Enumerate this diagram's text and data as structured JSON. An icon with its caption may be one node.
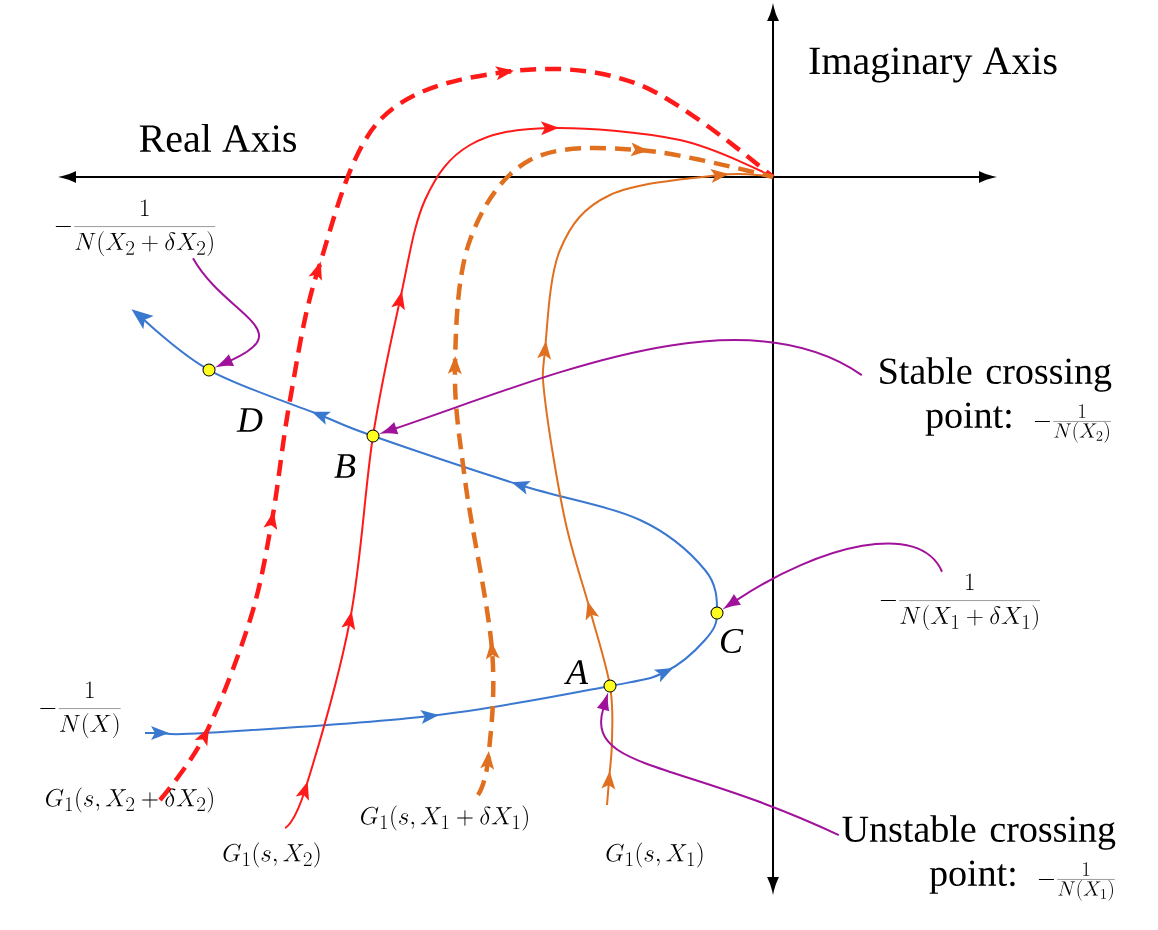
{
  "diagram": {
    "nodes": [
      {
        "text": [
          "-\\frac{1}{N(X_2+\\delta X_2)}"
        ]
      },
      {
        "text": [],
        "shape": "circle",
        "beside": [
          "D"
        ]
      },
      {
        "text": [],
        "shape": "circle",
        "beside": [
          "B"
        ]
      },
      {
        "text": [
          "Stable crossing point:",
          "-\\frac{1}{N(X_2)}"
        ]
      },
      {
        "text": [
          "-\\frac{1}{N(X_1+\\delta X_1)}"
        ]
      },
      {
        "text": [],
        "shape": "circle",
        "beside": [
          "C"
        ]
      },
      {
        "text": [],
        "shape": "circle",
        "beside": [
          "A"
        ]
      },
      {
        "text": [
          "Unstable crossing point:",
          "-\\frac{1}{N(X_1)}"
        ]
      }
    ],
    "edges": [
      {
        "from": 0,
        "to": 1,
        "arrow": "to"
      },
      {
        "from": 3,
        "to": 2,
        "arrow": "to"
      },
      {
        "from": 4,
        "to": 5,
        "arrow": "to"
      },
      {
        "from": 7,
        "to": 6,
        "arrow": "to"
      }
    ],
    "labels": [
      "Real Axis",
      "Imaginary Axis",
      "-\\frac{1}{N(X)}",
      "G_1(s,X_2+\\delta X_2)",
      "G_1(s,X_2)",
      "G_1(s,X_1+\\delta X_1)",
      "G_1(s,X_1)"
    ]
  }
}
